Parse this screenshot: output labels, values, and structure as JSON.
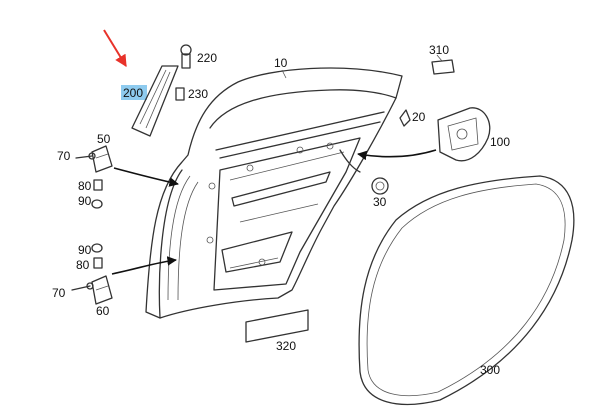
{
  "diagram": {
    "highlight_color": "#8ecbef",
    "pointer_color": "#e8322a",
    "callouts": [
      {
        "id": "c10",
        "text": "10"
      },
      {
        "id": "c20",
        "text": "20"
      },
      {
        "id": "c30",
        "text": "30"
      },
      {
        "id": "c50",
        "text": "50"
      },
      {
        "id": "c60",
        "text": "60"
      },
      {
        "id": "c70a",
        "text": "70"
      },
      {
        "id": "c70b",
        "text": "70"
      },
      {
        "id": "c80a",
        "text": "80"
      },
      {
        "id": "c80b",
        "text": "80"
      },
      {
        "id": "c90a",
        "text": "90"
      },
      {
        "id": "c90b",
        "text": "90"
      },
      {
        "id": "c100",
        "text": "100"
      },
      {
        "id": "c200",
        "text": "200"
      },
      {
        "id": "c220",
        "text": "220"
      },
      {
        "id": "c230",
        "text": "230"
      },
      {
        "id": "c300",
        "text": "300"
      },
      {
        "id": "c310",
        "text": "310"
      },
      {
        "id": "c320",
        "text": "320"
      }
    ]
  }
}
